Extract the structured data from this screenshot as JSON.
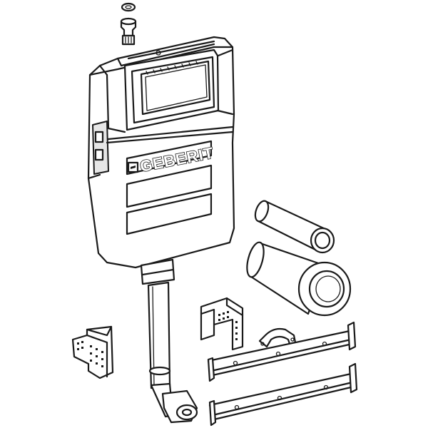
{
  "brand": {
    "logo_text": "GEBERIT"
  },
  "palette": {
    "line": "#1a1a1a",
    "fill": "#ffffff",
    "shade": "#e6e6e6"
  },
  "parts": [
    {
      "name": "connection-valve",
      "icon": "valve-icon"
    },
    {
      "name": "concealed-cistern",
      "icon": "cistern-icon"
    },
    {
      "name": "flush-pipe",
      "icon": "pipe-icon"
    },
    {
      "name": "pipe-elbow",
      "icon": "elbow-icon"
    },
    {
      "name": "connector-pipe",
      "icon": "pipe-icon"
    },
    {
      "name": "wc-connector-bend",
      "icon": "bend-icon"
    },
    {
      "name": "wall-bracket",
      "icon": "bracket-icon"
    },
    {
      "name": "pipe-clamp",
      "icon": "clamp-icon"
    },
    {
      "name": "fixing-rail",
      "icon": "rail-icon"
    }
  ]
}
